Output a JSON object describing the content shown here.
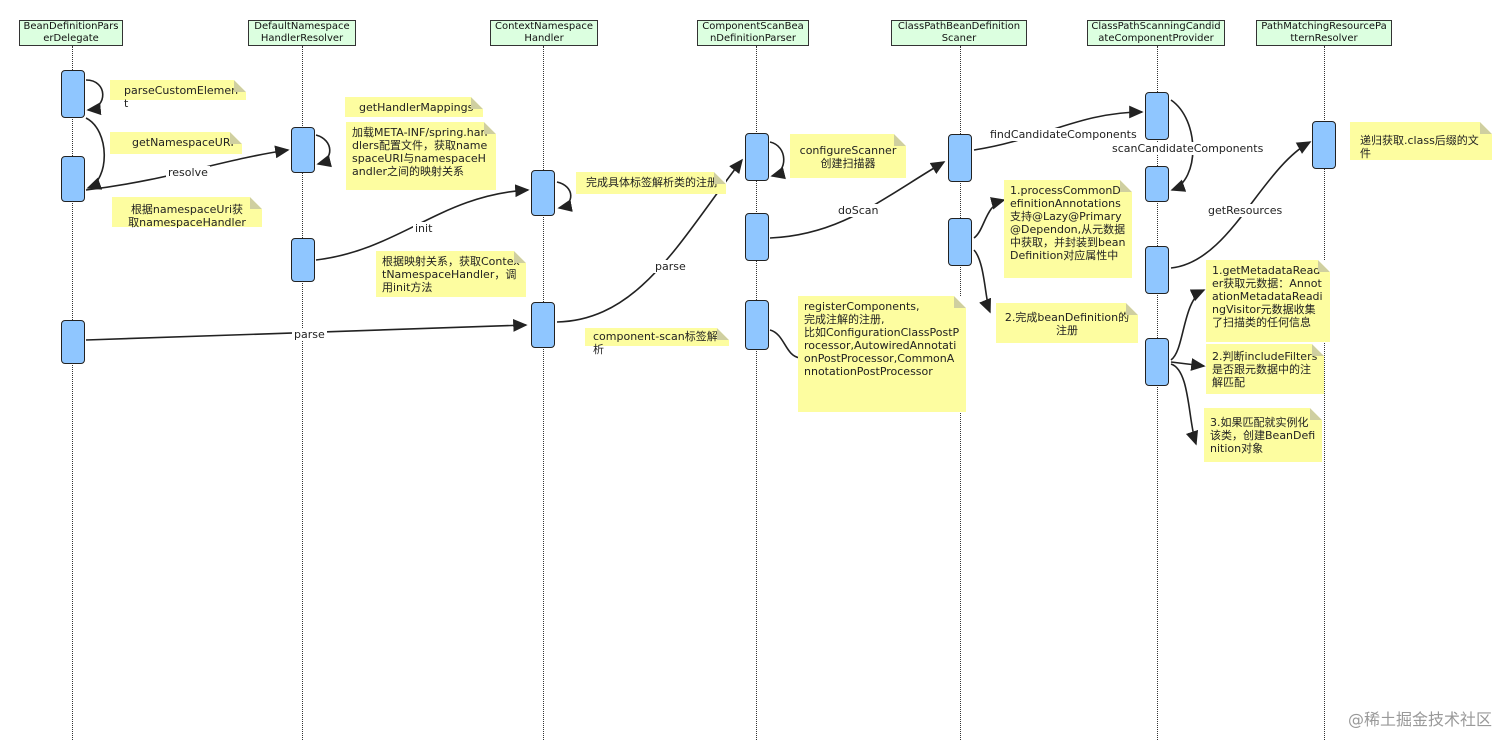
{
  "participants": [
    {
      "id": "p1",
      "label": "BeanDefinitionParserDelegate"
    },
    {
      "id": "p2",
      "label": "DefaultNamespaceHandlerResolver"
    },
    {
      "id": "p3",
      "label": "ContextNamespaceHandler"
    },
    {
      "id": "p4",
      "label": "ComponentScanBeanDefinitionParser"
    },
    {
      "id": "p5",
      "label": "ClassPathBeanDefinitionScaner"
    },
    {
      "id": "p6",
      "label": "ClassPathScanningCandidateComponentProvider"
    },
    {
      "id": "p7",
      "label": "PathMatchingResourcePatternResolver"
    }
  ],
  "messages": {
    "resolve": "resolve",
    "init": "init",
    "parse_upper": "parse",
    "parse_lower": "parse",
    "doScan": "doScan",
    "findCandidateComponents": "findCandidateComponents",
    "scanCandidateComponents": "scanCandidateComponents",
    "getResources": "getResources"
  },
  "notes": {
    "parseCustomElement": "parseCustomElement",
    "getNamespaceURI": "getNamespaceURI",
    "namespaceHandler": "根据namespaceUri获取namespaceHandler",
    "getHandlerMappings": "getHandlerMappings",
    "loadMeta": "加载META-INF/spring.handlers配置文件，获取namespaceURI与namespaceHandler之间的映射关系",
    "initContext": "根据映射关系，获取ContextNamespaceHandler，调用init方法",
    "registerParser": "完成具体标签解析类的注册",
    "componentScan": "component-scan标签解析",
    "configureScanner": "configureScanner\n创建扫描器",
    "registerComponents": "registerComponents,\n完成注解的注册,\n比如ConfigurationClassPostProcessor,AutowiredAnnotationPostProcessor,CommonAnnotationPostProcessor",
    "processCommon": "1.processCommonDefinitionAnnotations支持@Lazy@Primary@Dependon,从元数据中获取，并封装到beanDefinition对应属性中",
    "registerBD": "2.完成beanDefinition的注册",
    "classFiles": "递归获取.class后缀的文件",
    "metadataReader": "1.getMetadataReader获取元数据：AnnotationMetadataReadingVisitor元数据收集了扫描类的任何信息",
    "includeFilters": "2.判断includeFilters是否跟元数据中的注解匹配",
    "instantiate": "3.如果匹配就实例化该类，创建BeanDefinition对象"
  },
  "watermark": "@稀土掘金技术社区",
  "colors": {
    "header_bg": "#dcffe0",
    "activation": "#8fc6ff",
    "note_bg": "#fdfda0"
  }
}
